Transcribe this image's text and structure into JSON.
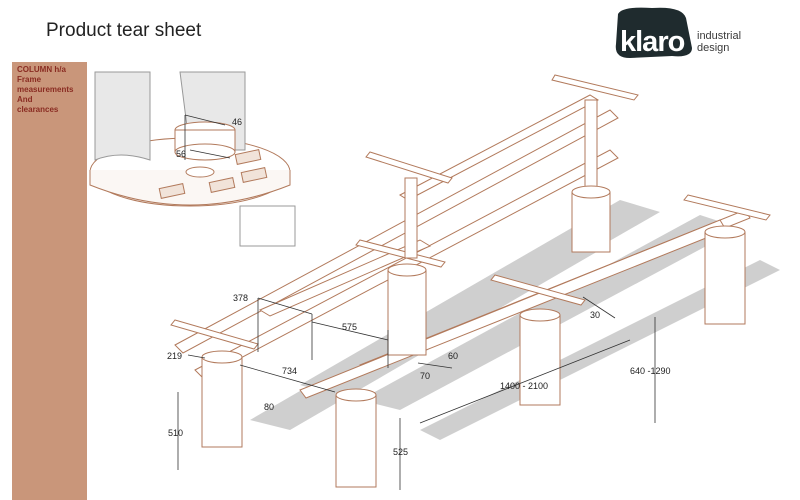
{
  "header": {
    "title": "Product tear sheet"
  },
  "logo": {
    "wordmark": "klaro",
    "sub_line1": "industrial",
    "sub_line2": "design",
    "brand_color": "#1f2b2e"
  },
  "sidebar": {
    "color": "#c9967a",
    "text_color": "#8a2c22",
    "lines": [
      "COLUMN h/a",
      "Frame",
      "measurements",
      "And",
      "clearances"
    ]
  },
  "dimensions": {
    "d46": "46",
    "d56": "56",
    "d378": "378",
    "d575": "575",
    "d219": "219",
    "d734": "734",
    "d80": "80",
    "d510": "510",
    "d525": "525",
    "d60": "60",
    "d70": "70",
    "d30": "30",
    "d1400": "1400 - 2100",
    "d640": "640 -1290"
  }
}
